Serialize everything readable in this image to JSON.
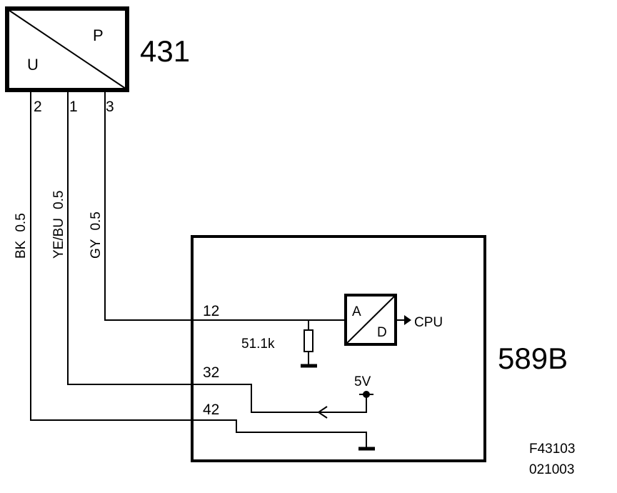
{
  "sensor": {
    "id": "431",
    "label_u": "U",
    "label_p": "P",
    "pins": [
      "2",
      "1",
      "3"
    ]
  },
  "wires": [
    {
      "color": "BK",
      "size": "0.5"
    },
    {
      "color": "YE/BU",
      "size": "0.5"
    },
    {
      "color": "GY",
      "size": "0.5"
    }
  ],
  "module": {
    "id": "589B",
    "pins": [
      "12",
      "32",
      "42"
    ],
    "resistor": "51.1k",
    "supply": "5V",
    "adc_a": "A",
    "adc_d": "D",
    "adc_output": "CPU"
  },
  "figure": {
    "code": "F43103",
    "date": "021003"
  }
}
